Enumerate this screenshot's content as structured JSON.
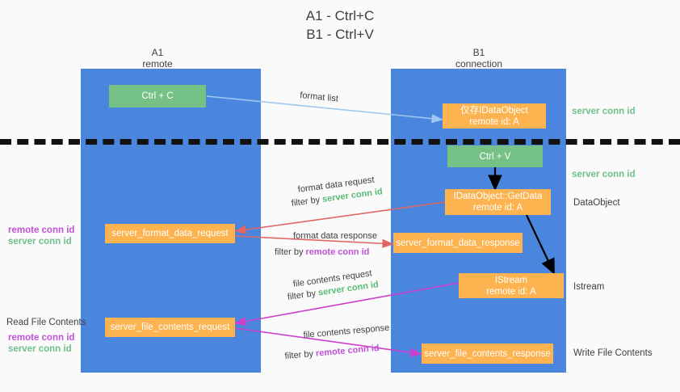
{
  "title": {
    "line1": "A1 - Ctrl+C",
    "line2": "B1 - Ctrl+V"
  },
  "colors": {
    "panel_blue": "#4a86de",
    "box_green": "#76c286",
    "box_orange": "#fcb350",
    "server_conn_green": "#6fc08a",
    "remote_conn_magenta": "#c052d6",
    "arrow_lightblue": "#9fc8ee",
    "arrow_red": "#e06666",
    "arrow_magenta": "#cc3ecc",
    "arrow_black": "#000000",
    "background": "#fafafa",
    "text": "#3c4043"
  },
  "panels": [
    {
      "name": "a1-panel",
      "main": "A1",
      "sub": "remote"
    },
    {
      "name": "b1-panel",
      "main": "B1",
      "sub": "connection"
    }
  ],
  "boxes": {
    "ctrl_c": "Ctrl + C",
    "ctrl_v": "Ctrl + V",
    "idataobject_store_l1": "仅存IDataObject",
    "idataobject_store_l2": "remote id: A",
    "getdata_l1": "IDataObject::GetData",
    "getdata_l2": "remote id: A",
    "istream_l1": "IStream",
    "istream_l2": "remote id: A",
    "server_format_data_request": "server_format_data_request",
    "server_format_data_response": "server_format_data_response",
    "server_file_contents_request": "server_file_contents_request",
    "server_file_contents_response": "server_file_contents_response"
  },
  "edge_labels": {
    "format_list": "format list",
    "format_data_request": "format data request",
    "format_data_request_filter_prefix": "filter by ",
    "format_data_request_filter_key": "server conn id",
    "format_data_response": "format data response",
    "format_data_response_filter_prefix": "filter by ",
    "format_data_response_filter_key": "remote conn id",
    "file_contents_request": "file contents request",
    "file_contents_request_filter_prefix": "filter by ",
    "file_contents_request_filter_key": "server conn id",
    "file_contents_response": "file contents response",
    "file_contents_response_filter_prefix": "filter by ",
    "file_contents_response_filter_key": "remote conn id"
  },
  "right_labels": {
    "server_conn_id_top": "server conn id",
    "server_conn_id_mid": "server conn id",
    "dataobject": "DataObject",
    "istream": "Istream",
    "write_file_contents": "Write File Contents"
  },
  "left_labels": {
    "remote_conn_id_1": "remote conn id",
    "server_conn_id_1": "server conn id",
    "read_file_contents": "Read File Contents",
    "remote_conn_id_2": "remote conn id",
    "server_conn_id_2": "server conn id"
  }
}
